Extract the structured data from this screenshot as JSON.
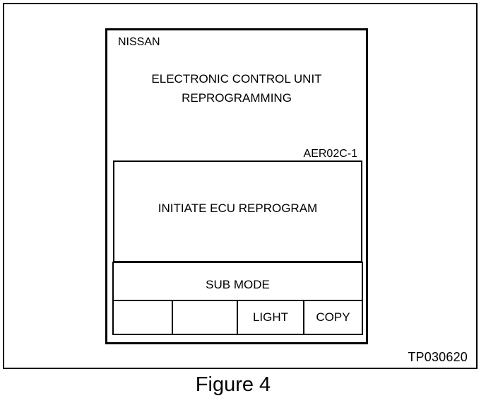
{
  "figure": {
    "id_code": "TP030620",
    "caption": "Figure 4"
  },
  "screen": {
    "brand": "NISSAN",
    "title_line1": "ELECTRONIC CONTROL UNIT",
    "title_line2": "REPROGRAMMING",
    "screen_code": "AER02C-1",
    "main_action": "INITIATE ECU REPROGRAM",
    "sub_mode_label": "SUB MODE",
    "soft_keys": [
      "",
      "",
      "LIGHT",
      "COPY"
    ]
  }
}
